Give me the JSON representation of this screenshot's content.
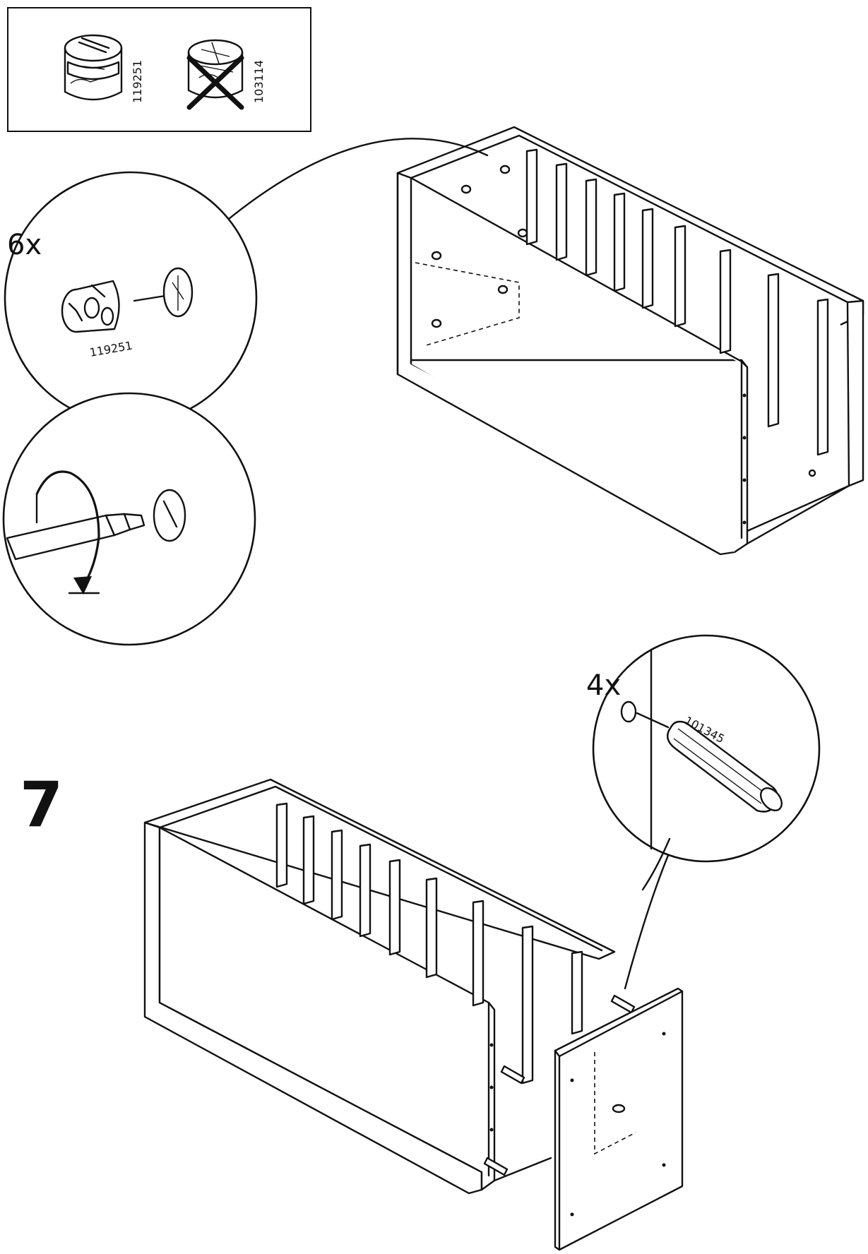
{
  "legend": {
    "correct_part": "119251",
    "wrong_part": "103114"
  },
  "step6": {
    "cam_quantity": "6x",
    "cam_part": "119251"
  },
  "step7": {
    "step_number": "7",
    "dowel_quantity": "4x",
    "dowel_part": "101345"
  }
}
